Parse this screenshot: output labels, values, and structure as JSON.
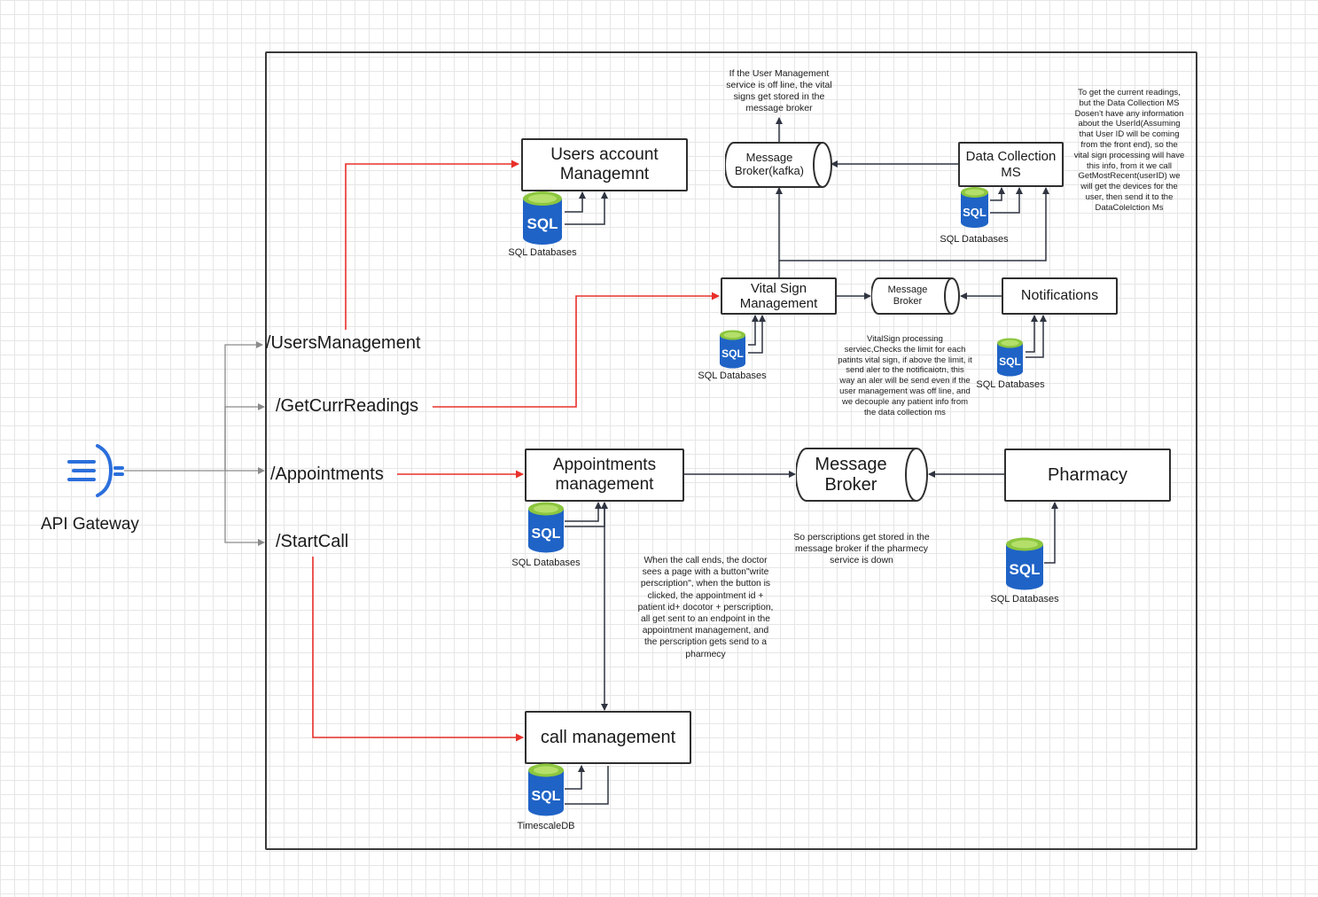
{
  "api_gateway": {
    "label": "API Gateway",
    "icon": "api-gateway-icon",
    "color": "#2b6fdc"
  },
  "routes": {
    "users": "/UsersManagement",
    "readings": "/GetCurrReadings",
    "appointments": "/Appointments",
    "call": "/StartCall"
  },
  "services": {
    "users": "Users account Managemnt",
    "vital": "Vital Sign Management",
    "data_collection": "Data Collection MS",
    "notifications": "Notifications",
    "appointments": "Appointments management",
    "pharmacy": "Pharmacy",
    "call": "call management"
  },
  "brokers": {
    "kafka": "Message Broker(kafka)",
    "vital": "Message Broker",
    "appointments": "Message Broker"
  },
  "db": {
    "sql_text": "SQL",
    "sql_label": "SQL Databases",
    "timescale_label": "TimescaleDB"
  },
  "notes": {
    "kafka": "If the User Management service is off line, the vital signs get stored in the message broker",
    "data_collection": "To get the current readings, but the Data Collection MS Dosen't have any information about the UserId(Assuming that User ID will be coming from the front end), so the vital sign processing will have this info, from it we call GetMostRecent(userID) we will get the devices for the user, then send it to the DataColelction Ms",
    "vital": "VitalSign processing serviec,Checks the limit for each patints vital sign, if above the limit, it send aler to the notificaiotn, this way an aler will be send even if the user management was off line, and we decouple any patient info from the data collection ms",
    "pharmacy": "So perscriptions get stored in the message broker if the pharmecy service is down",
    "call": "When the call ends, the doctor sees a page with a button\"write perscription\", when the button is clicked, the appointment id + patient id+ docotor + perscription, all get sent to an endpoint in the appointment management, and the perscription gets send to a pharmecy"
  },
  "colors": {
    "request_arrow": "#e8302a",
    "internal_arrow": "#2f3440",
    "db_blue": "#1f63c6",
    "db_green": "#8cc63f"
  }
}
